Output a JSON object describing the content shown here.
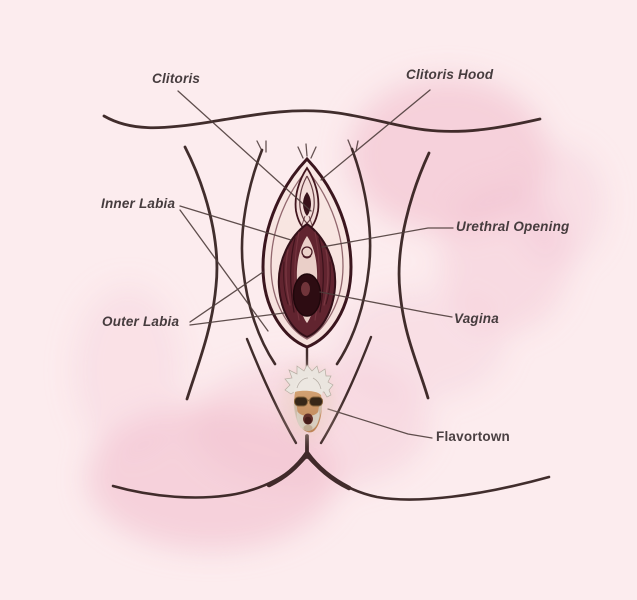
{
  "labels": {
    "clitoris": "Clitoris",
    "clitoris_hood": "Clitoris Hood",
    "inner_labia": "Inner Labia",
    "urethral_opening": "Urethral Opening",
    "outer_labia": "Outer Labia",
    "vagina": "Vagina",
    "flavortown": "Flavortown"
  },
  "colors": {
    "background": "#fcecee",
    "watercolor_wash": "#f2c0cf",
    "sketch_line": "#311d1c",
    "illustration_dark": "#4a1b24",
    "inner_labia_fill": "#61242f",
    "label_text": "#463c3e"
  }
}
